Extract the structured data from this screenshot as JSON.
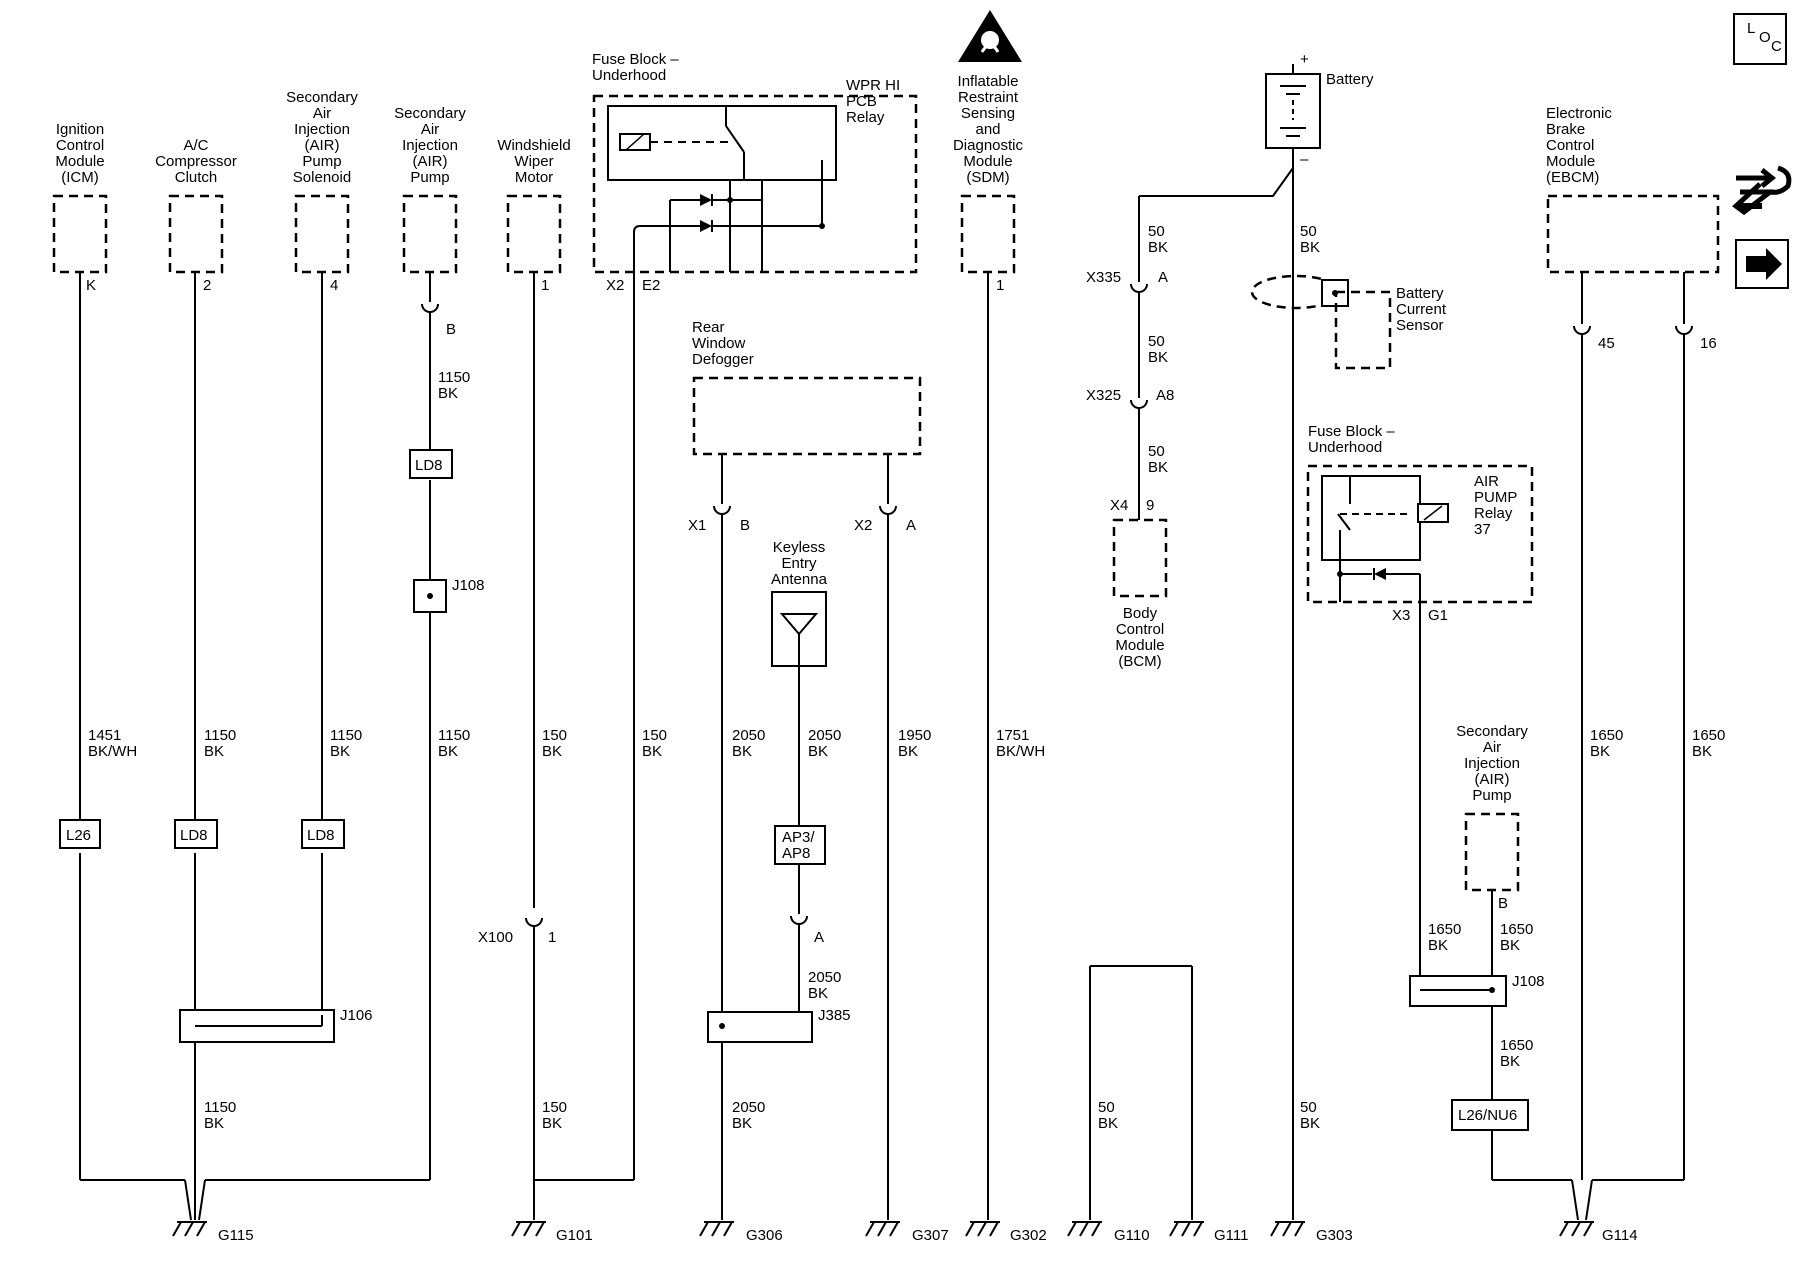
{
  "components": {
    "icm": [
      "Ignition",
      "Control",
      "Module",
      "(ICM)"
    ],
    "ac_clutch": [
      "A/C",
      "Compressor",
      "Clutch"
    ],
    "air_solenoid": [
      "Secondary",
      "Air",
      "Injection",
      "(AIR)",
      "Pump",
      "Solenoid"
    ],
    "air_pump_left": [
      "Secondary",
      "Air",
      "Injection",
      "(AIR)",
      "Pump"
    ],
    "wiper_motor": [
      "Windshield",
      "Wiper",
      "Motor"
    ],
    "fuse_block_top": [
      "Fuse Block –",
      "Underhood"
    ],
    "wpr_relay": [
      "WPR HI",
      "PCB",
      "Relay"
    ],
    "sdm": [
      "Inflatable",
      "Restraint",
      "Sensing",
      "and",
      "Diagnostic",
      "Module",
      "(SDM)"
    ],
    "rear_defogger": [
      "Rear",
      "Window",
      "Defogger"
    ],
    "keyless_antenna": [
      "Keyless",
      "Entry",
      "Antenna"
    ],
    "battery": "Battery",
    "battery_plus": "+",
    "battery_minus": "–",
    "current_sensor": [
      "Battery",
      "Current",
      "Sensor"
    ],
    "bcm": [
      "Body",
      "Control",
      "Module",
      "(BCM)"
    ],
    "fuse_block_right": [
      "Fuse Block –",
      "Underhood"
    ],
    "air_relay": [
      "AIR",
      "PUMP",
      "Relay",
      "37"
    ],
    "air_pump_right": [
      "Secondary",
      "Air",
      "Injection",
      "(AIR)",
      "Pump"
    ],
    "ebcm": [
      "Electronic",
      "Brake",
      "Control",
      "Module",
      "(EBCM)"
    ]
  },
  "pins": {
    "icm": "K",
    "ac": "2",
    "sol": "4",
    "airB": "B",
    "wiper": "1",
    "x2": "X2",
    "e2": "E2",
    "sdm": "1",
    "x1": "X1",
    "b": "B",
    "x2b": "X2",
    "a": "A",
    "x100": "X100",
    "x100pin": "1",
    "ap_a": "A",
    "x335": "X335",
    "x335pin": "A",
    "x325": "X325",
    "x325pin": "A8",
    "x4": "X4",
    "x4pin": "9",
    "x3": "X3",
    "g1": "G1",
    "airpumpB": "B",
    "ebcm45": "45",
    "ebcm16": "16"
  },
  "wires": {
    "icm": [
      "1451",
      "BK/WH"
    ],
    "ac": [
      "1150",
      "BK"
    ],
    "sol": [
      "1150",
      "BK"
    ],
    "air_top": [
      "1150",
      "BK"
    ],
    "air_bot": [
      "1150",
      "BK"
    ],
    "wiper_top": [
      "150",
      "BK"
    ],
    "wiper_bot": [
      "150",
      "BK"
    ],
    "fuse_e2": [
      "150",
      "BK"
    ],
    "g115": [
      "1150",
      "BK"
    ],
    "defog_x1": [
      "2050",
      "BK"
    ],
    "defog_bot": [
      "2050",
      "BK"
    ],
    "ant_top": [
      "2050",
      "BK"
    ],
    "ant_bot": [
      "2050",
      "BK"
    ],
    "defog_x2": [
      "1950",
      "BK"
    ],
    "sdm": [
      "1751",
      "BK/WH"
    ],
    "bcm1": [
      "50",
      "BK"
    ],
    "bcm2": [
      "50",
      "BK"
    ],
    "bcm3": [
      "50",
      "BK"
    ],
    "g110": [
      "50",
      "BK"
    ],
    "batt_top": [
      "50",
      "BK"
    ],
    "batt_bot": [
      "50",
      "BK"
    ],
    "air_relay_out": [
      "1650",
      "BK"
    ],
    "air_pump_out": [
      "1650",
      "BK"
    ],
    "j108_bot": [
      "1650",
      "BK"
    ],
    "ebcm45": [
      "1650",
      "BK"
    ],
    "ebcm16": [
      "1650",
      "BK"
    ]
  },
  "options": {
    "l26": "L26",
    "ld8a": "LD8",
    "ld8b": "LD8",
    "ld8c": "LD8",
    "ap3": [
      "AP3/",
      "AP8"
    ],
    "l26nu6": "L26/NU6"
  },
  "splices": {
    "j108a": "J108",
    "j106": "J106",
    "j385": "J385",
    "j108b": "J108"
  },
  "grounds": {
    "g115": "G115",
    "g101": "G101",
    "g306": "G306",
    "g307": "G307",
    "g302": "G302",
    "g110": "G110",
    "g111": "G111",
    "g303": "G303",
    "g114": "G114"
  },
  "loc": [
    "L",
    "O",
    "C"
  ],
  "colors": {
    "ink": "#000000",
    "paper": "#ffffff"
  },
  "icons": [
    "esd-warning-icon",
    "loc-icon",
    "wrench-icon",
    "next-arrow-icon"
  ]
}
